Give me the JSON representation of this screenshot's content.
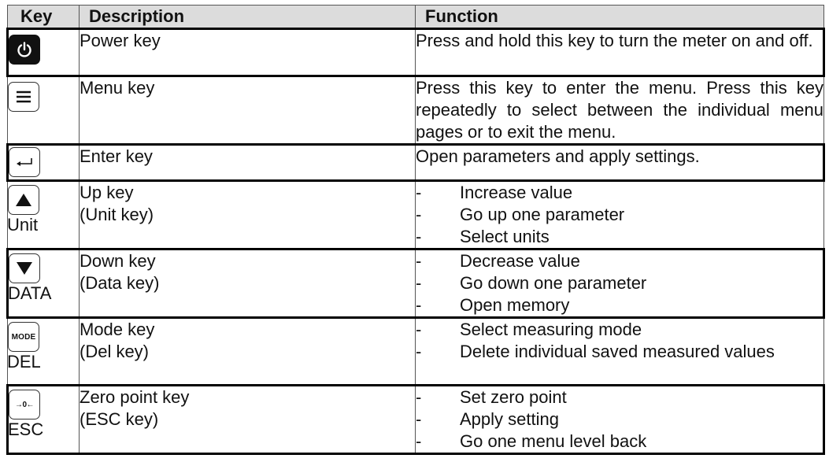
{
  "header": {
    "key": "Key",
    "description": "Description",
    "function": "Function"
  },
  "rows": [
    {
      "icon": "power-icon",
      "key_label": "",
      "desc": [
        "Power key"
      ],
      "func_text": "Press and hold this key to turn the meter on and off.",
      "bullets": []
    },
    {
      "icon": "menu-icon",
      "key_label": "",
      "desc": [
        "Menu key"
      ],
      "func_text": "Press this key to enter the menu. Press this key repeatedly to select between the individual menu pages or to exit the menu.",
      "bullets": []
    },
    {
      "icon": "enter-icon",
      "key_label": "",
      "desc": [
        "Enter key"
      ],
      "func_text": "Open parameters and apply settings.",
      "bullets": []
    },
    {
      "icon": "arrow-up-icon",
      "key_label": "Unit",
      "desc": [
        "Up key",
        "(Unit key)"
      ],
      "func_text": "",
      "bullets": [
        "Increase value",
        "Go up one parameter",
        "Select units"
      ]
    },
    {
      "icon": "arrow-down-icon",
      "key_label": "DATA",
      "desc": [
        "Down key",
        "(Data key)"
      ],
      "func_text": "",
      "bullets": [
        "Decrease value",
        "Go down one parameter",
        "Open memory"
      ]
    },
    {
      "icon": "mode-icon",
      "icon_text": "MODE",
      "key_label": "DEL",
      "desc": [
        "Mode key",
        "(Del key)"
      ],
      "func_text": "",
      "bullets": [
        "Select measuring mode",
        "Delete individual saved measured values"
      ]
    },
    {
      "icon": "zero-point-icon",
      "icon_text": "→0←",
      "key_label": "ESC",
      "desc": [
        "Zero point key",
        "(ESC key)"
      ],
      "func_text": "",
      "bullets": [
        "Set zero point",
        "Apply setting",
        "Go one menu level back"
      ]
    }
  ],
  "dash": "-"
}
